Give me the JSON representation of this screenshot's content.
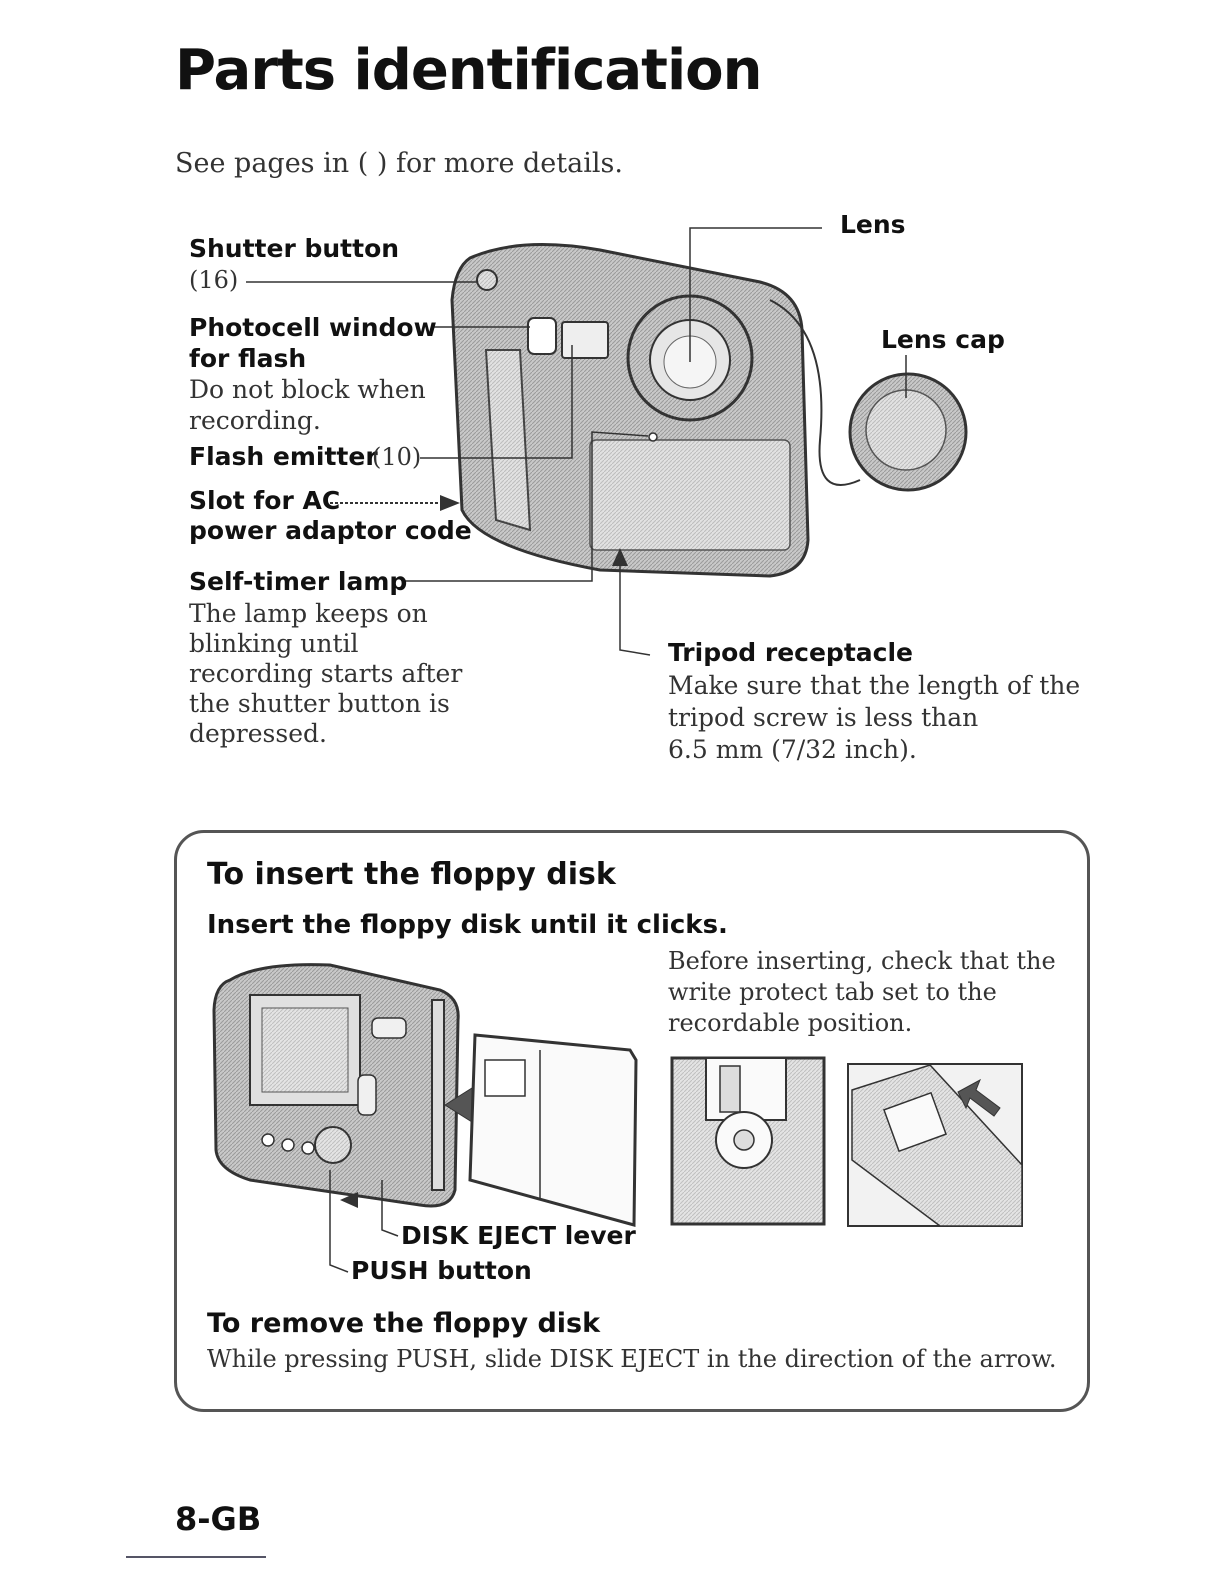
{
  "page": {
    "title": "Parts identification",
    "intro": "See pages in (    ) for more details.",
    "page_number": "8-GB"
  },
  "camera_parts": {
    "shutter": {
      "label": "Shutter button",
      "page": "(16)"
    },
    "photocell": {
      "label_1": "Photocell window",
      "label_2": "for flash",
      "desc_1": "Do not block when",
      "desc_2": "recording."
    },
    "flash": {
      "label": "Flash emitter",
      "page": "(10)"
    },
    "slot": {
      "label_1": "Slot for AC",
      "label_2": "power adaptor code"
    },
    "selftimer": {
      "label": "Self-timer lamp",
      "desc_1": "The lamp keeps on",
      "desc_2": "blinking until",
      "desc_3": "recording starts after",
      "desc_4": "the shutter button is",
      "desc_5": "depressed."
    },
    "lens": {
      "label": "Lens"
    },
    "lenscap": {
      "label": "Lens cap"
    },
    "tripod": {
      "label": "Tripod receptacle",
      "desc_1": "Make sure that the length of the",
      "desc_2": "tripod screw is less than",
      "desc_3": "6.5 mm (7/32 inch)."
    }
  },
  "floppy": {
    "heading": "To insert the floppy disk",
    "instruction": "Insert the floppy disk until it clicks.",
    "note_1": "Before inserting, check that the",
    "note_2": "write protect tab set to the",
    "note_3": "recordable position.",
    "eject_label": "DISK EJECT lever",
    "push_label": "PUSH button",
    "remove_heading": "To remove the floppy disk",
    "remove_text": "While pressing PUSH, slide DISK EJECT in the direction of the arrow."
  }
}
